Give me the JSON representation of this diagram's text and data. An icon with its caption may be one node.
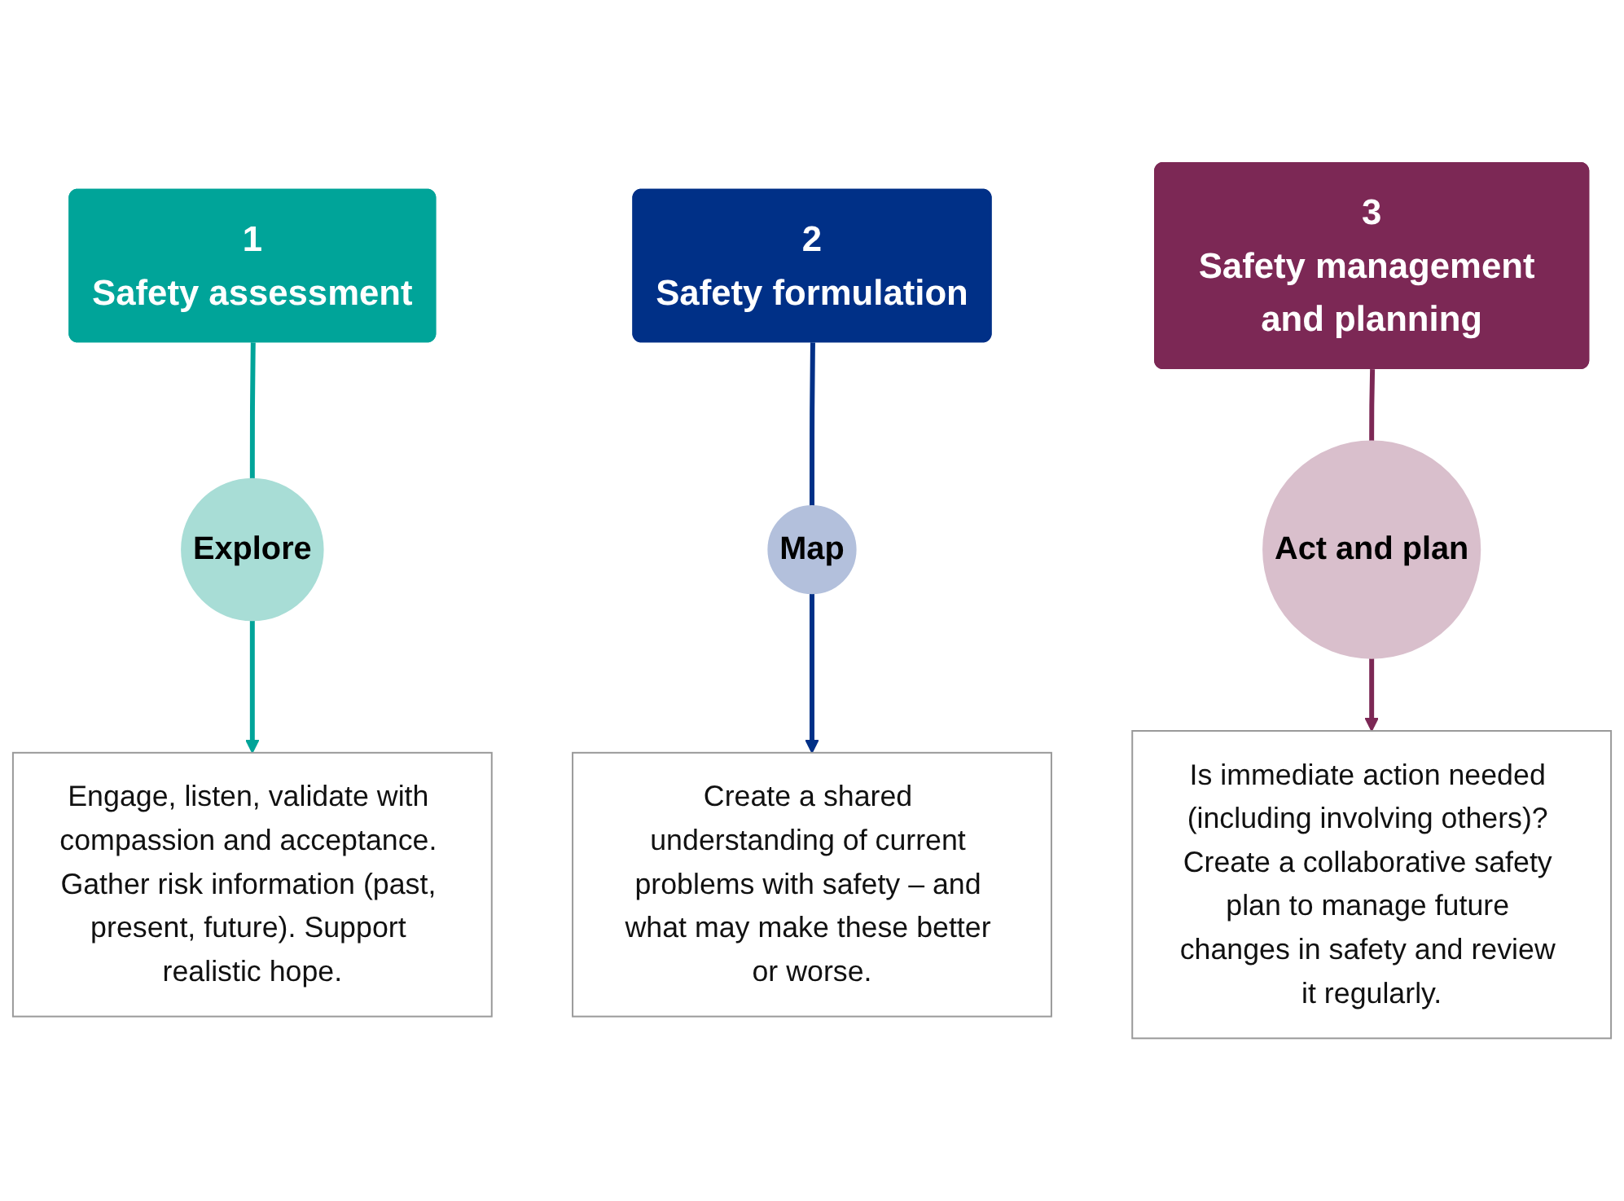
{
  "diagram": {
    "nodes": [
      {
        "text": [
          "1",
          "Safety assessment"
        ]
      },
      {
        "text": [
          "2",
          "Safety formulation"
        ]
      },
      {
        "text": [
          "3",
          "Safety management and planning"
        ]
      },
      {
        "text": [
          "Explore"
        ]
      },
      {
        "text": [
          "Map"
        ]
      },
      {
        "text": [
          "Act and plan"
        ]
      },
      {
        "text": [
          "Engage, listen, validate with compassion and acceptance. Gather risk information (past, present, future). Support realistic hope."
        ]
      },
      {
        "text": [
          "Create a shared understanding of current problems with safety – and what may make these better or worse."
        ]
      },
      {
        "text": [
          "Is immediate action needed (including involving others)? Create a collaborative safety plan to manage future changes in safety and review it regularly."
        ]
      }
    ],
    "edges": [
      {
        "from": 0,
        "to": 3,
        "arrow": "none",
        "color": "#00a499"
      },
      {
        "from": 3,
        "to": 6,
        "arrow": "to",
        "color": "#00a499"
      },
      {
        "from": 1,
        "to": 4,
        "arrow": "none",
        "color": "#003087"
      },
      {
        "from": 4,
        "to": 7,
        "arrow": "to",
        "color": "#003087"
      },
      {
        "from": 2,
        "to": 5,
        "arrow": "none",
        "color": "#7c2855"
      },
      {
        "from": 5,
        "to": 8,
        "arrow": "to",
        "color": "#7c2855"
      }
    ]
  }
}
